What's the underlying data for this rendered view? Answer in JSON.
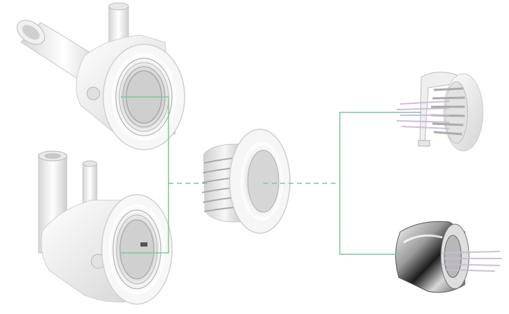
{
  "figure": {
    "kind": "product-exploded-diagram",
    "components": [
      {
        "id": "body-angled",
        "name": "jet-body-angled-inlet"
      },
      {
        "id": "body-vertical",
        "name": "jet-body-vertical-inlet"
      },
      {
        "id": "wall-fitting",
        "name": "threaded-wall-fitting"
      },
      {
        "id": "nozzle-white",
        "name": "white-directional-nozzle"
      },
      {
        "id": "nozzle-chrome",
        "name": "chrome-directional-nozzle"
      }
    ],
    "colors": {
      "connector": "#7fc69a",
      "plastic_light": "#f3f3f3",
      "plastic_mid": "#d9d9d9",
      "plastic_dark": "#9e9e9e",
      "chrome_dark": "#1a1a1a",
      "chrome_light": "#e8e8e8",
      "water_spray": "#c9b8d8"
    }
  }
}
